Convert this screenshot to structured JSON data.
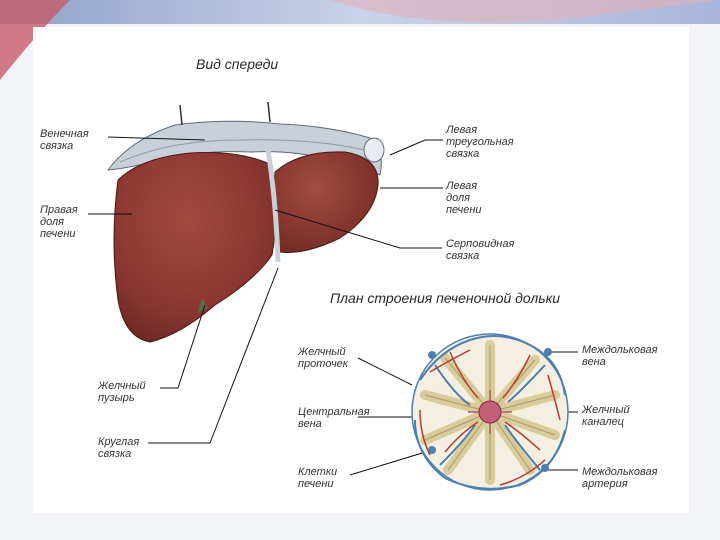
{
  "diagram": {
    "title_front": "Вид спереди",
    "title_lobule": "План строения печеночной дольки",
    "labels": {
      "coronary_ligament": "Венечная\nсвязка",
      "right_lobe": "Правая\nдоля\nпечени",
      "left_triangular_ligament": "Левая\nтреугольная\nсвязка",
      "left_lobe": "Левая\nдоля\nпечени",
      "falciform_ligament": "Серповидная\nсвязка",
      "gallbladder": "Желчный\nпузырь",
      "round_ligament": "Круглая\nсвязка",
      "bile_ductule": "Желчный\nпроточек",
      "central_vein": "Центральная\nвена",
      "liver_cells": "Клетки\nпечени",
      "interlobular_vein": "Междольковая\nвена",
      "bile_canaliculus": "Желчный\nканалец",
      "interlobular_artery": "Междольковая\nартерия"
    }
  },
  "colors": {
    "liver": "#8e3a33",
    "ligament": "#c9d0d8",
    "vein_blue": "#4a7fb0",
    "artery_red": "#b83a30",
    "cells": "#d9cc9a",
    "central_vein": "#c2607a"
  }
}
